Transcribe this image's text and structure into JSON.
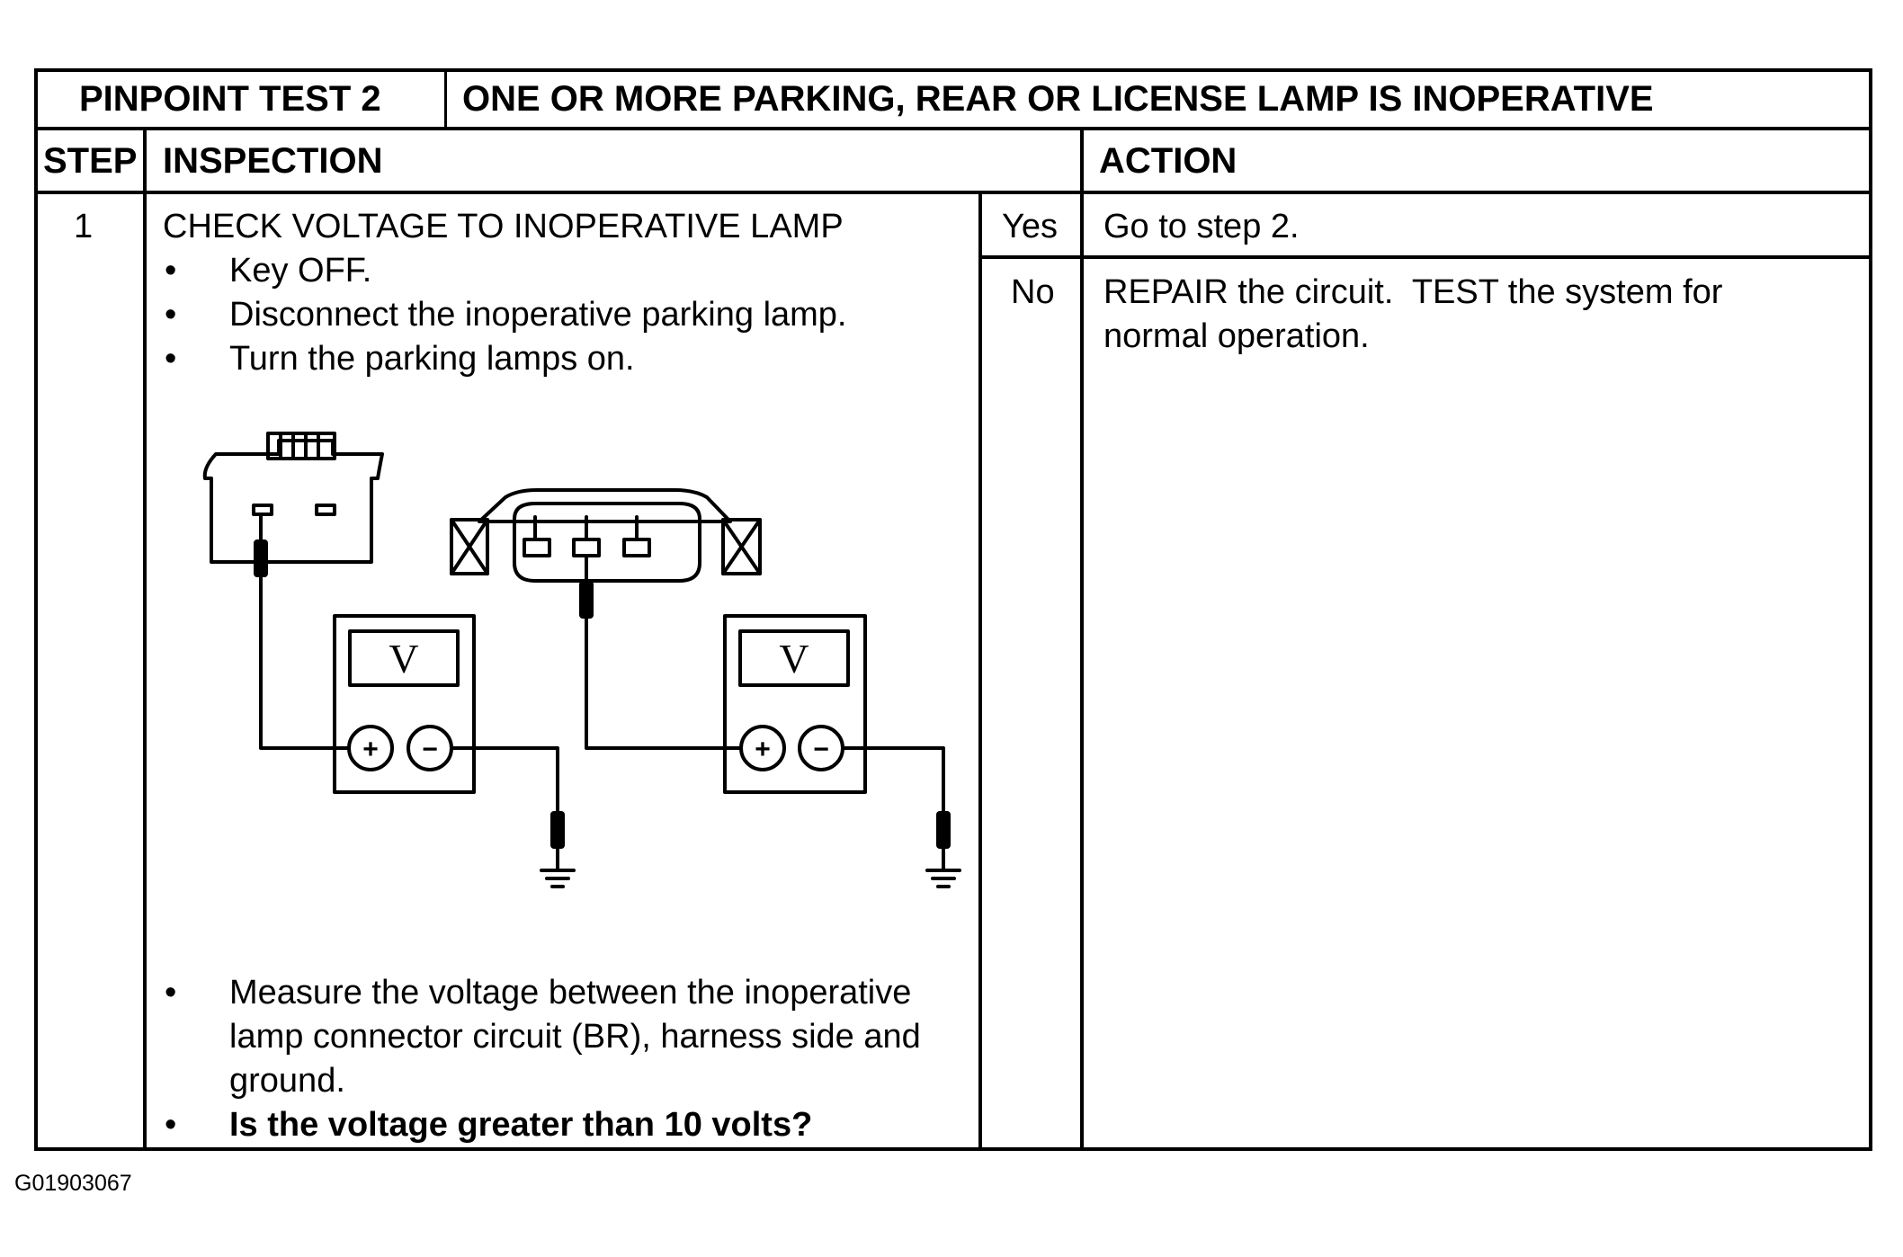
{
  "title_row": {
    "test_label": "PINPOINT TEST 2",
    "test_title": "ONE OR MORE PARKING, REAR OR LICENSE LAMP IS INOPERATIVE"
  },
  "columns": {
    "step": "STEP",
    "inspection": "INSPECTION",
    "action": "ACTION"
  },
  "step": {
    "number": "1",
    "heading": "CHECK VOLTAGE TO INOPERATIVE LAMP",
    "bullets_before": [
      "Key OFF.",
      "Disconnect the inoperative parking lamp.",
      "Turn the parking lamps on."
    ],
    "bullets_after": [
      "Measure the voltage between the inoperative lamp connector circuit (BR), harness side and ground.",
      "Is the voltage greater than 10 volts?"
    ],
    "bullet_symbol": "•"
  },
  "results": [
    {
      "answer": "Yes",
      "action": "Go to step 2."
    },
    {
      "answer": "No",
      "action": "REPAIR the circuit.  TEST the system for normal operation."
    }
  ],
  "diagram": {
    "meter_symbol": "V",
    "plus": "+",
    "minus": "−"
  },
  "figure_code": "G01903067"
}
